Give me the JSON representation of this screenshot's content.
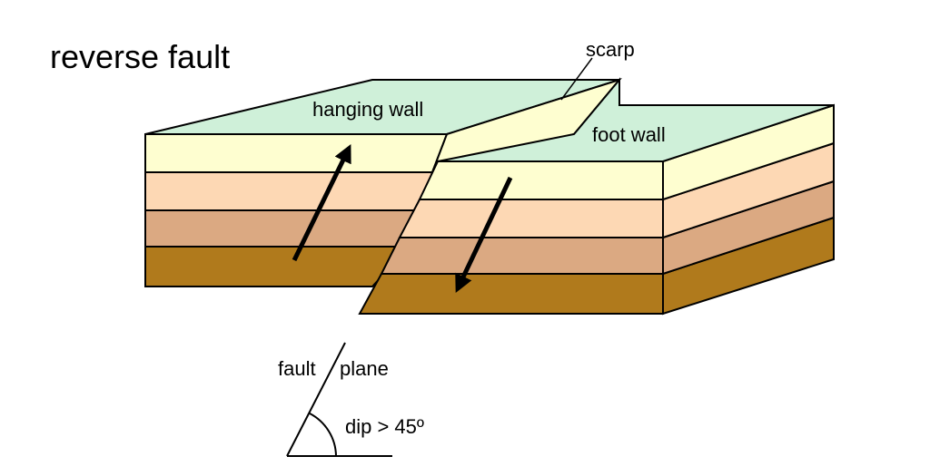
{
  "title": "reverse fault",
  "labels": {
    "scarp": "scarp",
    "hanging_wall": "hanging wall",
    "foot_wall": "foot wall",
    "fault_word": "fault",
    "plane_word": "plane",
    "dip": "dip > 45º"
  },
  "colors": {
    "top_surface": "#cff0d9",
    "layer_1": "#fefed0",
    "layer_2": "#fdd8b4",
    "layer_3": "#dba982",
    "layer_4": "#b07a1c",
    "outline": "#000000"
  },
  "arrows": {
    "hanging_wall": "up",
    "foot_wall": "down"
  }
}
